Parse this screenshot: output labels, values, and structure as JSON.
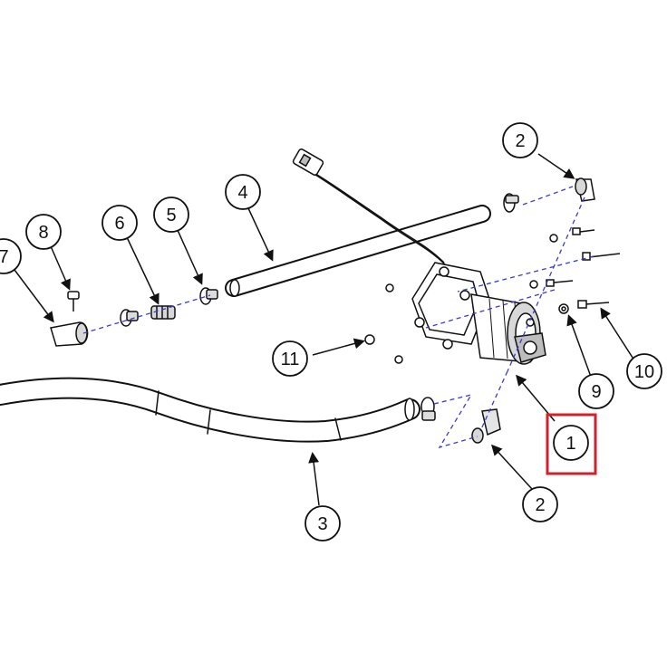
{
  "callouts": [
    {
      "id": "c1",
      "label": "1"
    },
    {
      "id": "c2a",
      "label": "2"
    },
    {
      "id": "c2b",
      "label": "2"
    },
    {
      "id": "c3",
      "label": "3"
    },
    {
      "id": "c4",
      "label": "4"
    },
    {
      "id": "c5",
      "label": "5"
    },
    {
      "id": "c6",
      "label": "6"
    },
    {
      "id": "c7",
      "label": "7"
    },
    {
      "id": "c8",
      "label": "8"
    },
    {
      "id": "c9",
      "label": "9"
    },
    {
      "id": "c10",
      "label": "10"
    },
    {
      "id": "c11",
      "label": "11"
    }
  ],
  "highlight": {
    "target": "c1",
    "color": "#d0202a"
  },
  "colors": {
    "line": "#111111",
    "dash": "#3a3ad0",
    "fill": "#ffffff",
    "shade": "#cfcfcf"
  }
}
